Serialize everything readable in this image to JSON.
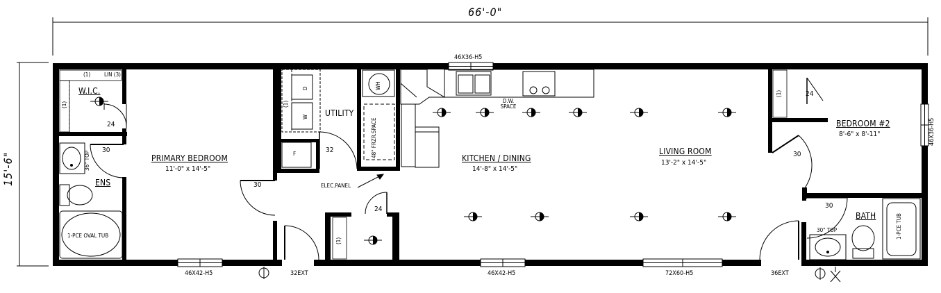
{
  "overall": {
    "width": "66'-0\"",
    "depth": "15'-6\""
  },
  "rooms": {
    "primary_bedroom": {
      "name": "PRIMARY BEDROOM",
      "size": "11'-0\" x 14'-5\""
    },
    "kitchen_dining": {
      "name": "KITCHEN / DINING",
      "size": "14'-8\" x 14'-5\""
    },
    "living_room": {
      "name": "LIVING ROOM",
      "size": "13'-2\" x 14'-5\""
    },
    "bedroom2": {
      "name": "BEDROOM #2",
      "size": "8'-6\" x 8'-11\""
    },
    "utility": {
      "name": "UTILITY"
    },
    "ensuite": {
      "name": "ENS"
    },
    "bath": {
      "name": "BATH"
    },
    "wic": {
      "name": "W.I.C."
    }
  },
  "windows": {
    "top_kitchen": "46X36-H5",
    "bottom_primary": "46X42-H5",
    "bottom_kitchen": "46X42-H5",
    "bottom_living": "72X60-H5",
    "right_bedroom": "46X36-H5"
  },
  "doors": {
    "front": "32EXT",
    "rear": "36EXT",
    "wic": "24",
    "ens": "30",
    "primary": "30",
    "utility": "32",
    "closet_hall": "24",
    "bed2_closet": "24",
    "bed2": "30",
    "bath": "30"
  },
  "fixtures": {
    "linen": "LIN (3)",
    "shelf": "(1)",
    "vanity_ens": "36\" TOP",
    "vanity_bath": "30\" TOP",
    "tub_ens": "1-PCE OVAL TUB",
    "tub_bath": "1-PCE TUB",
    "water_heater": "WH",
    "dryer": "D",
    "washer": "W",
    "furnace": "F",
    "freezer": "48\" FRZR.SPACE",
    "dishwasher": "D.W. SPACE",
    "elec_panel": "ELEC.PANEL"
  }
}
